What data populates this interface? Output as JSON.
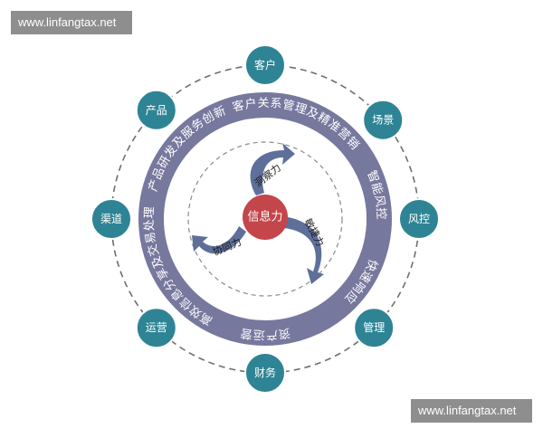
{
  "watermark": {
    "top": "www.linfangtax.net",
    "bottom": "www.linfangtax.net"
  },
  "colors": {
    "ring": "#77789e",
    "node": "#2e8494",
    "core": "#c4464a",
    "arrow": "#5e6f9a",
    "dashed": "#6f6f6f",
    "inner_dashed": "#8a8a8a",
    "ring_text": "#ffffff",
    "node_text": "#ffffff",
    "arrow_label_text": "#1a1a1a"
  },
  "center": {
    "label": "信息力"
  },
  "capabilities": [
    {
      "label": "洞察力"
    },
    {
      "label": "敏捷力"
    },
    {
      "label": "协同力"
    }
  ],
  "ring_segments": [
    {
      "label": "客户关系管理及精准营销"
    },
    {
      "label": "智能风控"
    },
    {
      "label": "快速响应"
    },
    {
      "label": "资产运营"
    },
    {
      "label": "高效信息分享及交易处理"
    },
    {
      "label": "产品研发及服务创新"
    }
  ],
  "outer_nodes": [
    {
      "label": "客户"
    },
    {
      "label": "场景"
    },
    {
      "label": "风控"
    },
    {
      "label": "管理"
    },
    {
      "label": "财务"
    },
    {
      "label": "运营"
    },
    {
      "label": "渠道"
    },
    {
      "label": "产品"
    }
  ]
}
